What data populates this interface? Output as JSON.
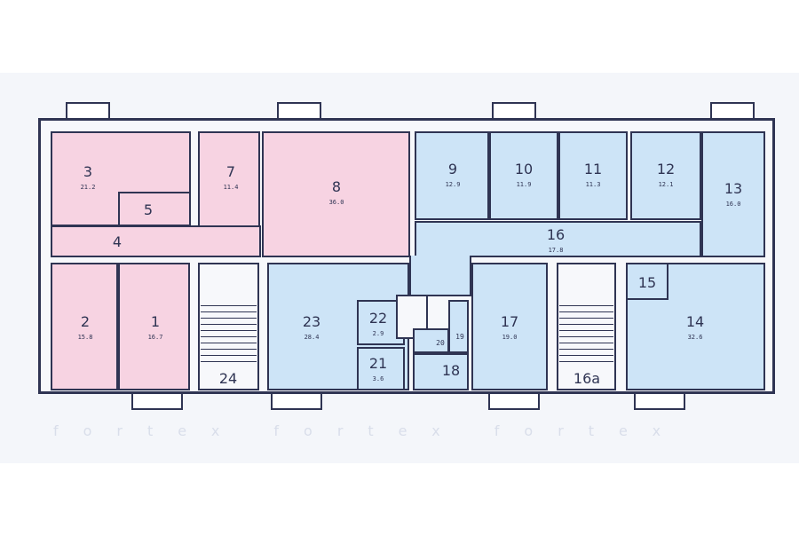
{
  "rooms": [
    {
      "id": "3",
      "area": "21.2"
    },
    {
      "id": "5",
      "area": ""
    },
    {
      "id": "7",
      "area": "11.4"
    },
    {
      "id": "8",
      "area": "36.0"
    },
    {
      "id": "4",
      "area": ""
    },
    {
      "id": "2",
      "area": "15.8"
    },
    {
      "id": "1",
      "area": "16.7"
    },
    {
      "id": "24",
      "area": ""
    },
    {
      "id": "23",
      "area": "28.4"
    },
    {
      "id": "22",
      "area": "2.9"
    },
    {
      "id": "21",
      "area": "3.6"
    },
    {
      "id": "9",
      "area": "12.9"
    },
    {
      "id": "10",
      "area": "11.9"
    },
    {
      "id": "11",
      "area": "11.3"
    },
    {
      "id": "12",
      "area": "12.1"
    },
    {
      "id": "13",
      "area": "16.0"
    },
    {
      "id": "16",
      "area": "17.8"
    },
    {
      "id": "17",
      "area": "19.0"
    },
    {
      "id": "16a",
      "area": ""
    },
    {
      "id": "15",
      "area": ""
    },
    {
      "id": "14",
      "area": "32.6"
    },
    {
      "id": "18",
      "area": ""
    },
    {
      "id": "19",
      "area": ""
    },
    {
      "id": "20",
      "area": ""
    }
  ],
  "colors": {
    "pink": "#f7d3e2",
    "blue": "#cde4f7",
    "wall": "#2f3453"
  },
  "watermark": "fortex fortex fortex"
}
